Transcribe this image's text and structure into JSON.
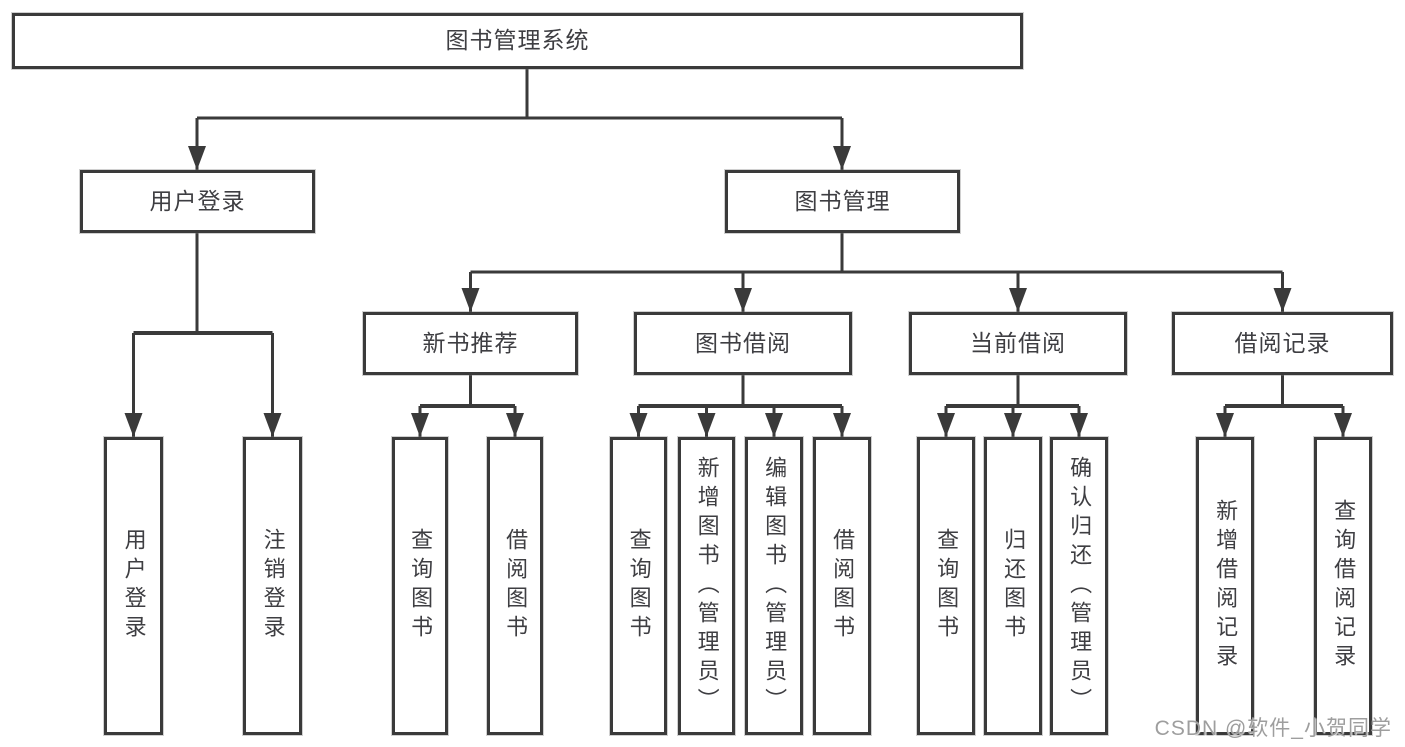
{
  "nodes": {
    "root": "图书管理系统",
    "level2": [
      "用户登录",
      "图书管理"
    ],
    "level3": [
      "新书推荐",
      "图书借阅",
      "当前借阅",
      "借阅记录"
    ],
    "leaves_user_login": [
      "用户登录",
      "注销登录"
    ],
    "leaves_new_book": [
      "查询图书",
      "借阅图书"
    ],
    "leaves_book_borrow": [
      "查询图书",
      "新增图书（管理员）",
      "编辑图书（管理员）",
      "借阅图书"
    ],
    "leaves_current_borrow": [
      "查询图书",
      "归还图书",
      "确认归还（管理员）"
    ],
    "leaves_borrow_record": [
      "新增借阅记录",
      "查询借阅记录"
    ]
  },
  "watermark": {
    "text": "CSDN @软件_小贺同学"
  },
  "colors": {
    "line": "#3a3a3a",
    "box_border": "#3a3a3a",
    "text": "#3e3e42",
    "background": "#ffffff",
    "watermark": "#9e9e9e"
  }
}
